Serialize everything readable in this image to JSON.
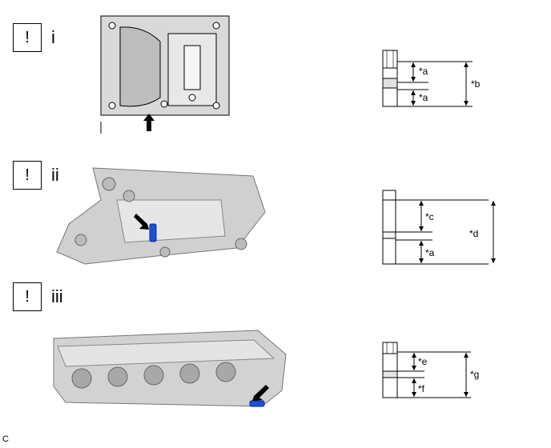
{
  "rows": [
    {
      "icon_text": "!",
      "roman": "i",
      "labels": {
        "a_top": "*a",
        "a_bottom": "*a",
        "total": "*b"
      }
    },
    {
      "icon_text": "!",
      "roman": "ii",
      "labels": {
        "upper": "*c",
        "lower": "*a",
        "total": "*d"
      }
    },
    {
      "icon_text": "!",
      "roman": "iii",
      "labels": {
        "upper": "*e",
        "lower": "*f",
        "total": "*g"
      }
    }
  ],
  "footer_code": "C",
  "colors": {
    "line": "#000000",
    "part_gray": "#c8c8c8",
    "highlight_blue": "#1f4fd6"
  },
  "icons": [
    "notice-box",
    "pointer-arrow"
  ]
}
